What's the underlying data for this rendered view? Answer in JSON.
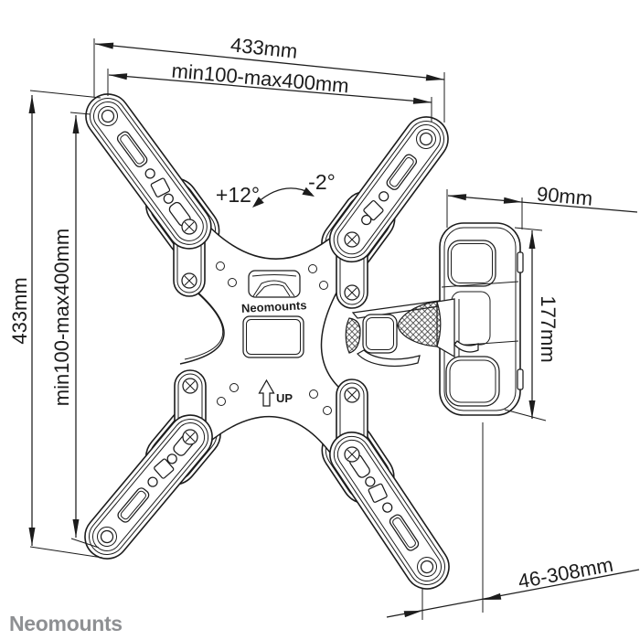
{
  "diagram": {
    "title": "TV wall mount technical drawing",
    "dims": {
      "top_width": "433mm",
      "top_range": "min100-max400mm",
      "left_height": "433mm",
      "left_range": "min100-max400mm",
      "bracket_width": "90mm",
      "bracket_height": "177mm",
      "depth_range": "46-308mm"
    },
    "angles": {
      "up": "+12°",
      "down": "-2°"
    },
    "plate": {
      "brand": "Neomounts",
      "up": "UP"
    },
    "footer": {
      "brand": "Neomounts"
    },
    "colors": {
      "line": "#1c1c1c",
      "background": "#ffffff",
      "logo_gray": "#8e9093"
    }
  }
}
